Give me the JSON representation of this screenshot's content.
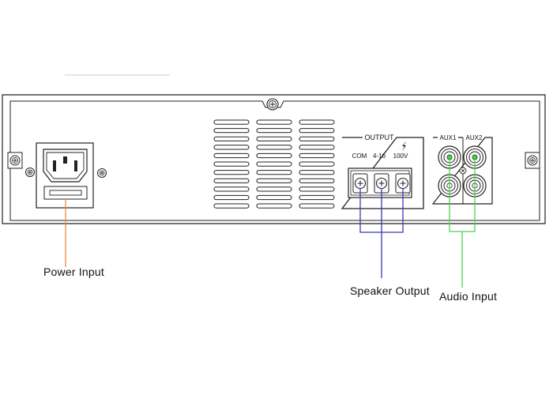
{
  "panel": {
    "output_label": "OUTPUT",
    "terminal_labels": [
      "COM",
      "4-16",
      "100V"
    ],
    "aux_labels": [
      "AUX1",
      "AUX2"
    ]
  },
  "callouts": {
    "power_input": "Power Input",
    "speaker_output": "Speaker Output",
    "audio_input": "Audio Input"
  },
  "colors": {
    "power_line": "#f0883a",
    "speaker_line": "#3a3ab4",
    "audio_line": "#4cd44c",
    "jack_indicator": "#3fcf3f",
    "outline": "#222222"
  },
  "icons": [
    "screw-icon",
    "lightning-icon",
    "iec-power-socket",
    "rca-jack"
  ]
}
